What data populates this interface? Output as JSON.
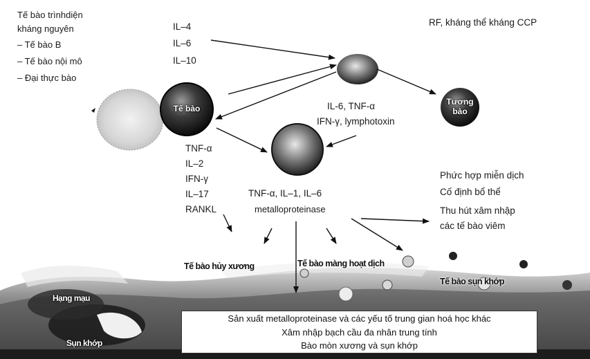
{
  "apc": {
    "title_line1": "Tế bào trìnhdiện",
    "title_line2": "kháng nguyên",
    "items": [
      "– Tế bào B",
      "– Tế bào nội mô",
      "– Đại thực bào"
    ]
  },
  "top_cytokines": [
    "IL–4",
    "IL–6",
    "IL–10"
  ],
  "top_right_label": "RF, kháng thể kháng CCP",
  "tcell_label": "Tế bào",
  "plasma_label_line1": "Tương",
  "plasma_label_line2": "bào",
  "mid_cytokines": [
    "IL-6, TNF-α",
    "IFN-γ, lymphotoxin"
  ],
  "tcell_products": [
    "TNF-α",
    "IL–2",
    "IFN-γ",
    "IL–17",
    "RANKL"
  ],
  "macro_products": [
    "TNF-α, IL–1, IL–6",
    "metalloproteinase"
  ],
  "immune_effects": [
    "Phức hợp miễn dịch",
    "Cố định bổ thể",
    "Thu hút xâm nhập",
    "các tế bào viêm"
  ],
  "tissue": {
    "osteoclast": "Tế bào hủy xương",
    "synovial": "Tế bào màng hoạt dịch",
    "chondrocyte": "Tế bào sụn khớp",
    "pannus": "Hạng mạu",
    "cartilage": "Sụn khớp"
  },
  "outcomes": [
    "Sản xuất metalloproteinase và các yếu tố trung gian hoá học khác",
    "Xâm nhập bạch cầu đa nhân trung tính",
    "Bào mòn xương và sụn khớp"
  ]
}
